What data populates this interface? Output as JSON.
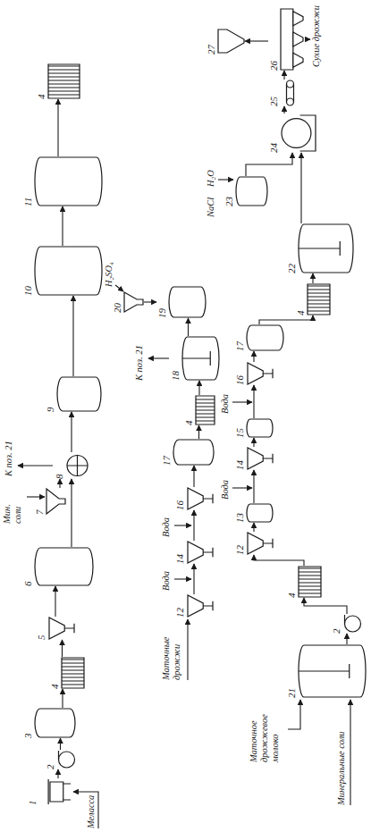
{
  "diagram": {
    "nodes": [
      {
        "text": [
          "1"
        ]
      },
      {
        "text": [
          "2"
        ]
      },
      {
        "text": [
          "3"
        ]
      },
      {
        "text": [
          "4"
        ]
      },
      {
        "text": [
          "5"
        ]
      },
      {
        "text": [
          "6"
        ]
      },
      {
        "text": [
          "7"
        ]
      },
      {
        "text": [
          "8"
        ]
      },
      {
        "text": [
          "9"
        ]
      },
      {
        "text": [
          "10"
        ]
      },
      {
        "text": [
          "11"
        ]
      },
      {
        "text": [
          "4"
        ]
      },
      {
        "text": [
          "12"
        ]
      },
      {
        "text": [
          "14"
        ]
      },
      {
        "text": [
          "16"
        ]
      },
      {
        "text": [
          "17"
        ]
      },
      {
        "text": [
          "4"
        ]
      },
      {
        "text": [
          "18"
        ]
      },
      {
        "text": [
          "19"
        ]
      },
      {
        "text": [
          "20"
        ]
      },
      {
        "text": [
          "21"
        ]
      },
      {
        "text": [
          "2"
        ]
      },
      {
        "text": [
          "4"
        ]
      },
      {
        "text": [
          "12"
        ]
      },
      {
        "text": [
          "13"
        ]
      },
      {
        "text": [
          "14"
        ]
      },
      {
        "text": [
          "15"
        ]
      },
      {
        "text": [
          "16"
        ]
      },
      {
        "text": [
          "17"
        ]
      },
      {
        "text": [
          "4"
        ]
      },
      {
        "text": [
          "22"
        ]
      },
      {
        "text": [
          "23"
        ]
      },
      {
        "text": [
          "24"
        ]
      },
      {
        "text": [
          "25"
        ]
      },
      {
        "text": [
          "26"
        ]
      },
      {
        "text": [
          "27"
        ]
      }
    ],
    "edges": [
      {
        "from": 0,
        "to": 1,
        "arrow": "to"
      },
      {
        "from": 1,
        "to": 2,
        "arrow": "to"
      },
      {
        "from": 2,
        "to": 3,
        "arrow": "to"
      },
      {
        "from": 3,
        "to": 4,
        "arrow": "to"
      },
      {
        "from": 4,
        "to": 5,
        "arrow": "to"
      },
      {
        "from": 5,
        "to": 7,
        "arrow": "to"
      },
      {
        "from": 6,
        "to": 7,
        "arrow": "to"
      },
      {
        "from": 7,
        "to": 8,
        "arrow": "to"
      },
      {
        "from": 8,
        "to": 9,
        "arrow": "to"
      },
      {
        "from": 9,
        "to": 10,
        "arrow": "to"
      },
      {
        "from": 10,
        "to": 11,
        "arrow": "to"
      },
      {
        "from": 12,
        "to": 13,
        "arrow": "to"
      },
      {
        "from": 13,
        "to": 14,
        "arrow": "to"
      },
      {
        "from": 14,
        "to": 15,
        "arrow": "to"
      },
      {
        "from": 15,
        "to": 16,
        "arrow": "to"
      },
      {
        "from": 16,
        "to": 17,
        "arrow": "to"
      },
      {
        "from": 17,
        "to": 18,
        "arrow": "to"
      },
      {
        "from": 19,
        "to": 18,
        "arrow": "to"
      },
      {
        "from": 20,
        "to": 21,
        "arrow": "to"
      },
      {
        "from": 21,
        "to": 22,
        "arrow": "to"
      },
      {
        "from": 22,
        "to": 23,
        "arrow": "to"
      },
      {
        "from": 23,
        "to": 24,
        "arrow": "to"
      },
      {
        "from": 24,
        "to": 25,
        "arrow": "to"
      },
      {
        "from": 25,
        "to": 26,
        "arrow": "to"
      },
      {
        "from": 26,
        "to": 27,
        "arrow": "to"
      },
      {
        "from": 27,
        "to": 28,
        "arrow": "to"
      },
      {
        "from": 28,
        "to": 29,
        "arrow": "to"
      },
      {
        "from": 29,
        "to": 30,
        "arrow": "to"
      },
      {
        "from": 30,
        "to": 32,
        "arrow": "to"
      },
      {
        "from": 31,
        "to": 32,
        "arrow": "to"
      },
      {
        "from": 32,
        "to": 33,
        "arrow": "to"
      },
      {
        "from": 33,
        "to": 34,
        "arrow": "to"
      },
      {
        "from": 34,
        "to": 35,
        "arrow": "to"
      }
    ],
    "labels": [
      "Меласса",
      "Мин. соли",
      "К поз. 21",
      "Маточные дрожжи",
      "Вода",
      "Вода",
      "К поз. 21",
      "H₂SO₄",
      "Минеральные соли",
      "Маточное дрожжевое молоко",
      "Вода",
      "Вода",
      "NaCl",
      "H₂O",
      "Сухие дрожжи"
    ]
  }
}
